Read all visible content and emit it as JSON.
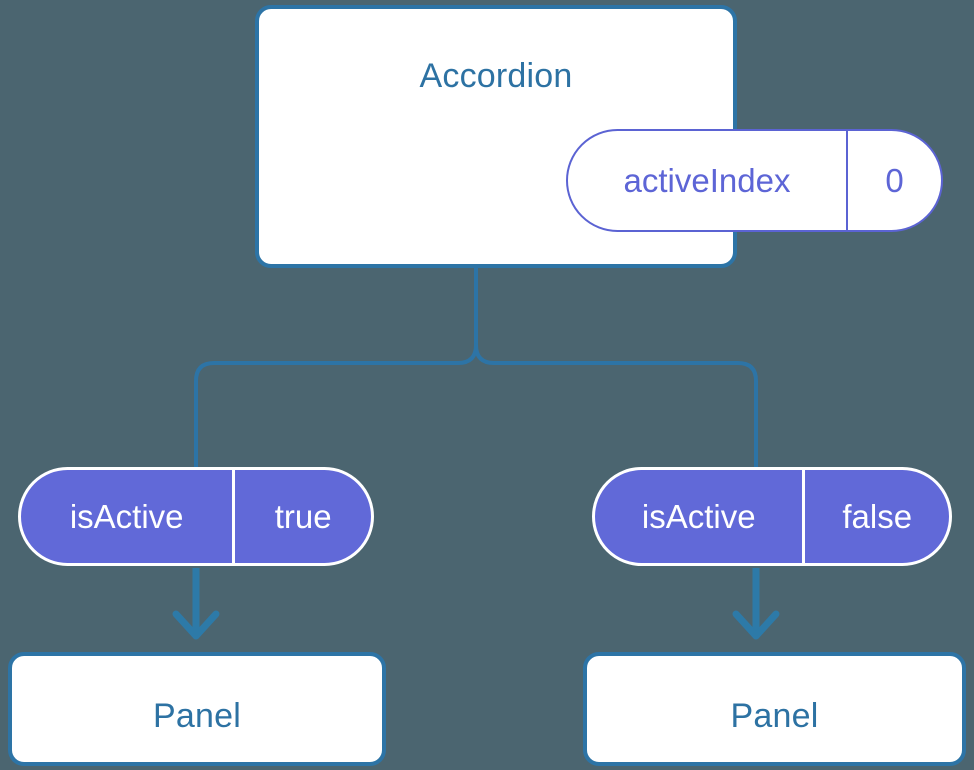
{
  "diagram": {
    "type": "component-tree",
    "background_color": "#4b6570",
    "accent_blue": "#2d74a6",
    "accent_purple": "#6169d8",
    "card_background": "#ffffff",
    "nodes": {
      "root": {
        "title": "Accordion",
        "state_pill": {
          "key": "activeIndex",
          "value": "0",
          "style": "outline"
        }
      },
      "left_branch": {
        "prop_pill": {
          "key": "isActive",
          "value": "true",
          "style": "solid"
        },
        "child": {
          "title": "Panel"
        }
      },
      "right_branch": {
        "prop_pill": {
          "key": "isActive",
          "value": "false",
          "style": "solid"
        },
        "child": {
          "title": "Panel"
        }
      }
    }
  }
}
